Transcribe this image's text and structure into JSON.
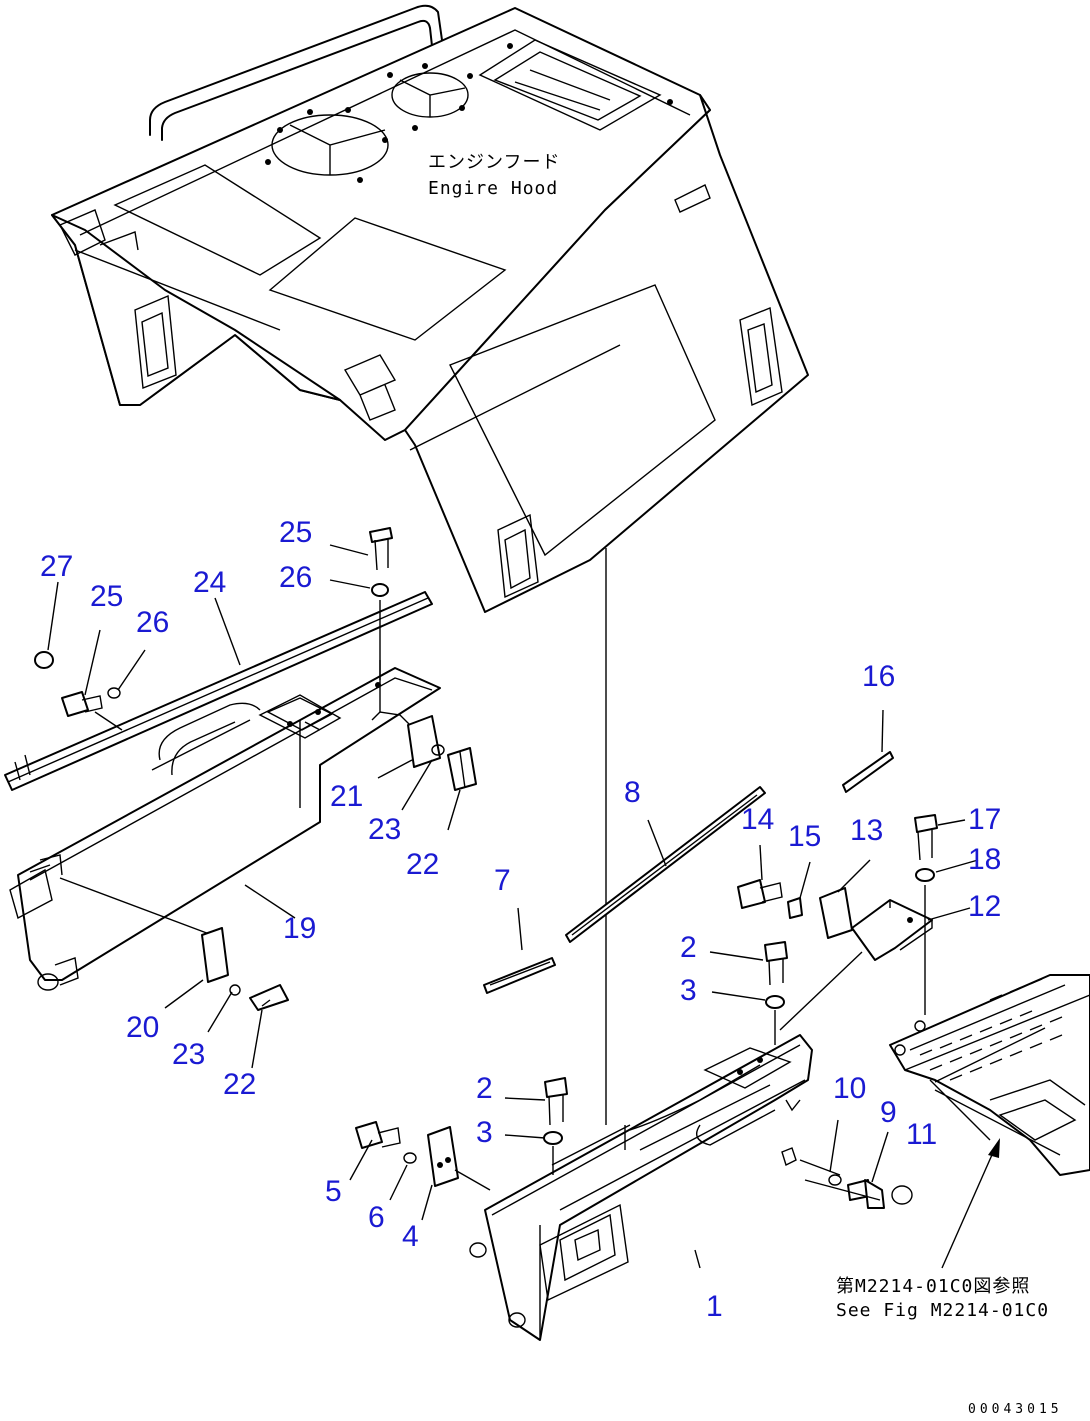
{
  "labels": {
    "engine_hood_jp": "エンジンフード",
    "engine_hood_en": "Engire Hood",
    "ref_jp": "第M2214-01C0図参照",
    "ref_en": "See Fig M2214-01C0",
    "drawing_code": "00043015"
  },
  "callouts": [
    {
      "id": "c27",
      "text": "27"
    },
    {
      "id": "c25a",
      "text": "25"
    },
    {
      "id": "c26a",
      "text": "26"
    },
    {
      "id": "c24",
      "text": "24"
    },
    {
      "id": "c25b",
      "text": "25"
    },
    {
      "id": "c26b",
      "text": "26"
    },
    {
      "id": "c21",
      "text": "21"
    },
    {
      "id": "c23a",
      "text": "23"
    },
    {
      "id": "c22a",
      "text": "22"
    },
    {
      "id": "c19",
      "text": "19"
    },
    {
      "id": "c20",
      "text": "20"
    },
    {
      "id": "c23b",
      "text": "23"
    },
    {
      "id": "c22b",
      "text": "22"
    },
    {
      "id": "c16",
      "text": "16"
    },
    {
      "id": "c8",
      "text": "8"
    },
    {
      "id": "c14",
      "text": "14"
    },
    {
      "id": "c15",
      "text": "15"
    },
    {
      "id": "c13",
      "text": "13"
    },
    {
      "id": "c17",
      "text": "17"
    },
    {
      "id": "c18",
      "text": "18"
    },
    {
      "id": "c12",
      "text": "12"
    },
    {
      "id": "c7",
      "text": "7"
    },
    {
      "id": "c2a",
      "text": "2"
    },
    {
      "id": "c3a",
      "text": "3"
    },
    {
      "id": "c2b",
      "text": "2"
    },
    {
      "id": "c3b",
      "text": "3"
    },
    {
      "id": "c10",
      "text": "10"
    },
    {
      "id": "c9",
      "text": "9"
    },
    {
      "id": "c11",
      "text": "11"
    },
    {
      "id": "c5",
      "text": "5"
    },
    {
      "id": "c6",
      "text": "6"
    },
    {
      "id": "c4",
      "text": "4"
    },
    {
      "id": "c1",
      "text": "1"
    }
  ]
}
